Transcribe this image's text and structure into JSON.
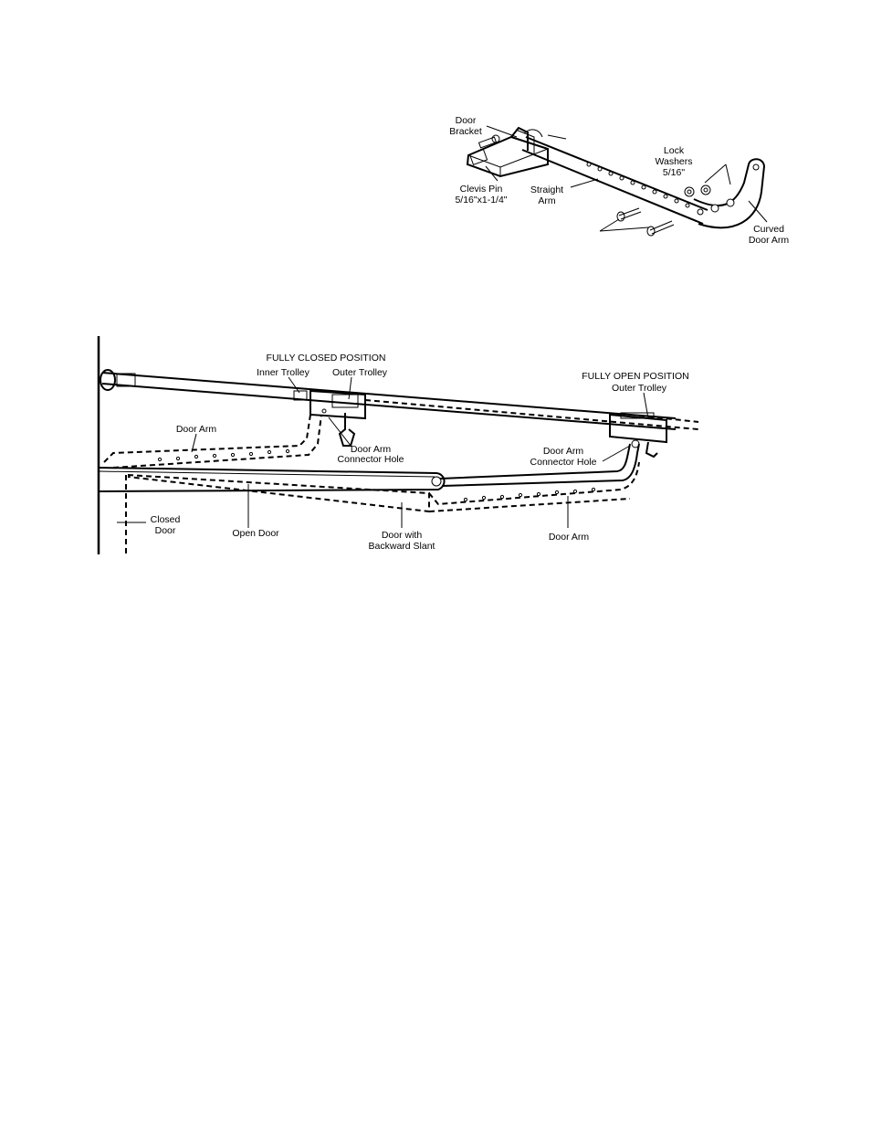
{
  "top_figure": {
    "labels": {
      "door_bracket_1": "Door",
      "door_bracket_2": "Bracket",
      "clevis_pin_1": "Clevis Pin",
      "clevis_pin_2": "5/16\"x1-1/4\"",
      "straight_arm_1": "Straight",
      "straight_arm_2": "Arm",
      "lock_washers_1": "Lock",
      "lock_washers_2": "Washers",
      "lock_washers_3": "5/16\"",
      "curved_arm_1": "Curved",
      "curved_arm_2": "Door Arm"
    }
  },
  "bottom_figure": {
    "labels": {
      "fully_closed": "FULLY CLOSED POSITION",
      "inner_trolley": "Inner Trolley",
      "outer_trolley_closed": "Outer Trolley",
      "fully_open": "FULLY OPEN POSITION",
      "outer_trolley_open": "Outer Trolley",
      "door_arm_left": "Door Arm",
      "connector_left_1": "Door Arm",
      "connector_left_2": "Connector Hole",
      "connector_right_1": "Door Arm",
      "connector_right_2": "Connector Hole",
      "closed_door_1": "Closed",
      "closed_door_2": "Door",
      "open_door": "Open Door",
      "door_backward_1": "Door with",
      "door_backward_2": "Backward Slant",
      "door_arm_right": "Door Arm"
    }
  }
}
